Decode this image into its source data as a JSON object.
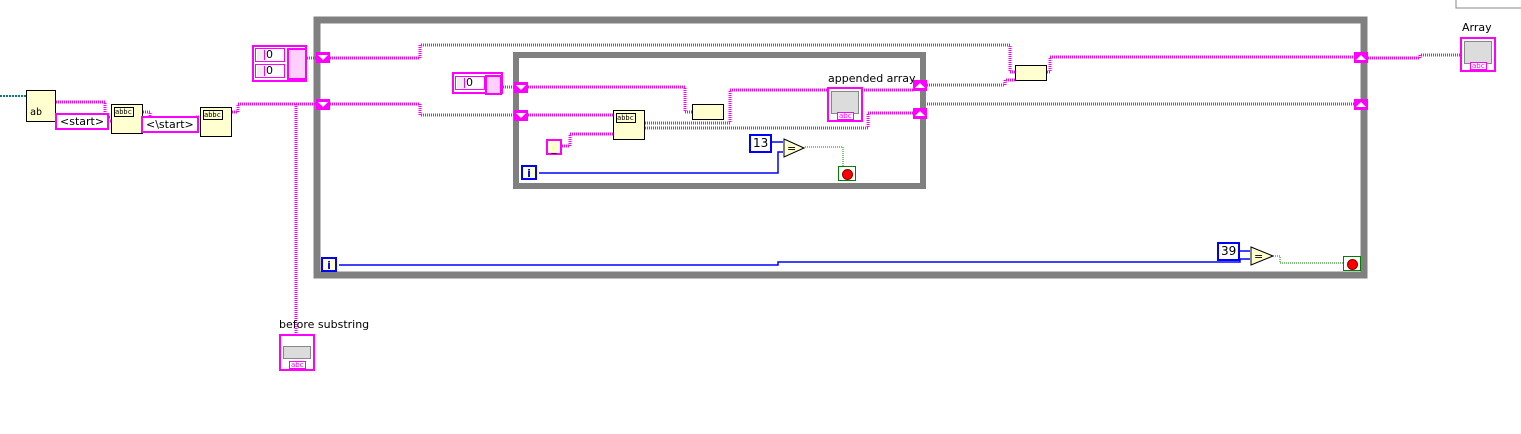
{
  "constants": {
    "start_tag": "<start>",
    "end_tag": "<\\start>",
    "cluster_values": [
      "0",
      "0"
    ],
    "inner_init": "0",
    "separator": "_",
    "inner_limit": "13",
    "outer_limit": "39"
  },
  "indicators": {
    "appended_array": "appended array",
    "array": "Array",
    "before_substring": "before substring"
  },
  "iteration_label": "i",
  "compare_symbol": "=",
  "colors": {
    "string_wire": "#ff00ff",
    "int_wire": "#0000ff",
    "bool_wire": "#008000",
    "loop_frame": "#808080",
    "node_fill": "#ffffd0"
  }
}
